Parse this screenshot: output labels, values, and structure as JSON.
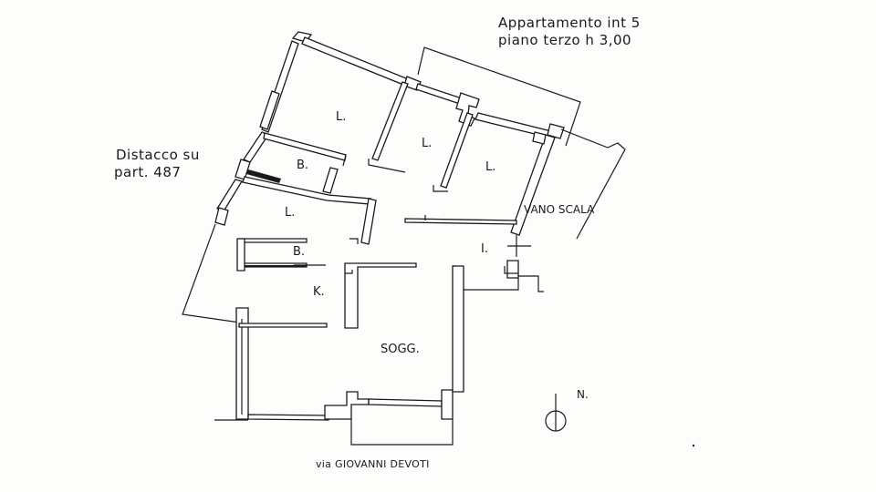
{
  "title": {
    "line1": "Appartamento int 5",
    "line2": "piano terzo h 3,00"
  },
  "boundary_note": {
    "line1": "Distacco su",
    "line2": "part. 487"
  },
  "rooms": {
    "l1": "L.",
    "l2": "L.",
    "l3": "L.",
    "l4": "L.",
    "b1": "B.",
    "b2": "B.",
    "k": "K.",
    "i": "I.",
    "sogg": "SOGG."
  },
  "stair_label": "VANO SCALA",
  "street_label": "via GIOVANNI DEVOTI",
  "north_label": "N."
}
